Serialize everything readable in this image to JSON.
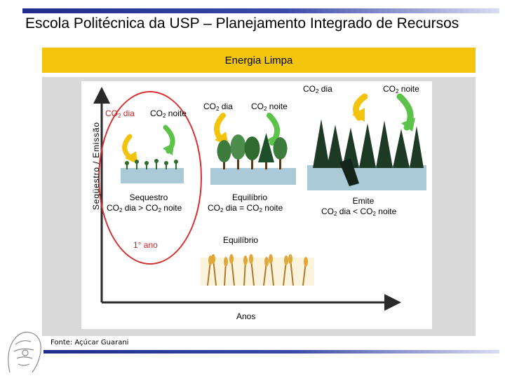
{
  "title": "Escola Politécnica da USP – Planejamento Integrado de Recursos",
  "banner": "Energia Limpa",
  "y_axis_label": "Seqüestro / Emissão",
  "x_axis_label": "Anos",
  "co2_day": "CO",
  "co2_day_suffix": " dia",
  "co2_night_suffix": " noite",
  "co2_sub": "2",
  "stage1": {
    "label_day": "CO",
    "caption_title": "Sequestro",
    "caption_relation": " > ",
    "period": "1° ano"
  },
  "stage2": {
    "caption_title": "Equilíbrio",
    "caption_relation": " = ",
    "sub_label": "Equilíbrio"
  },
  "stage3": {
    "caption_title": "Emite",
    "caption_relation": " < "
  },
  "source": "Fonte: Açúcar Guarani",
  "colors": {
    "banner": "#f2c40e",
    "arrow_day": "#f2c40e",
    "arrow_night": "#5cc24a",
    "highlight": "#d63030",
    "rule": "#1f2c8c"
  }
}
